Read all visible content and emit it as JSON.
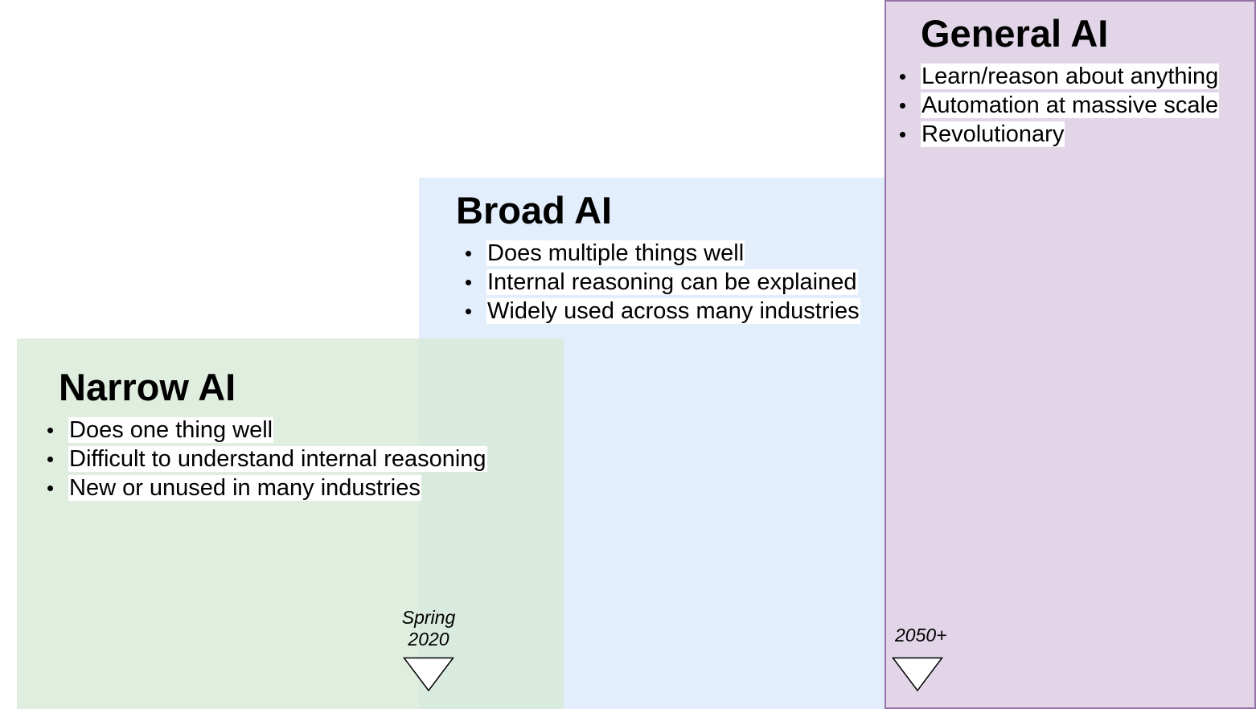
{
  "stages": {
    "narrow": {
      "title": "Narrow AI",
      "fill": "#d5e8d4",
      "items": [
        "Does one thing well",
        "Difficult to understand internal reasoning",
        "New or unused in many industries"
      ]
    },
    "broad": {
      "title": "Broad AI",
      "fill": "#dae8fc",
      "items": [
        "Does multiple things well",
        "Internal reasoning can be explained",
        "Widely used across many industries"
      ]
    },
    "general": {
      "title": "General AI",
      "fill": "#e1d5e7",
      "stroke": "#9673a6",
      "items": [
        "Learn/reason about anything",
        "Automation at massive scale",
        "Revolutionary"
      ]
    }
  },
  "markers": {
    "spring_2020": {
      "line1": "Spring",
      "line2": "2020",
      "icon": "down-triangle-icon"
    },
    "year_2050": {
      "label": "2050+",
      "icon": "down-triangle-icon"
    }
  }
}
